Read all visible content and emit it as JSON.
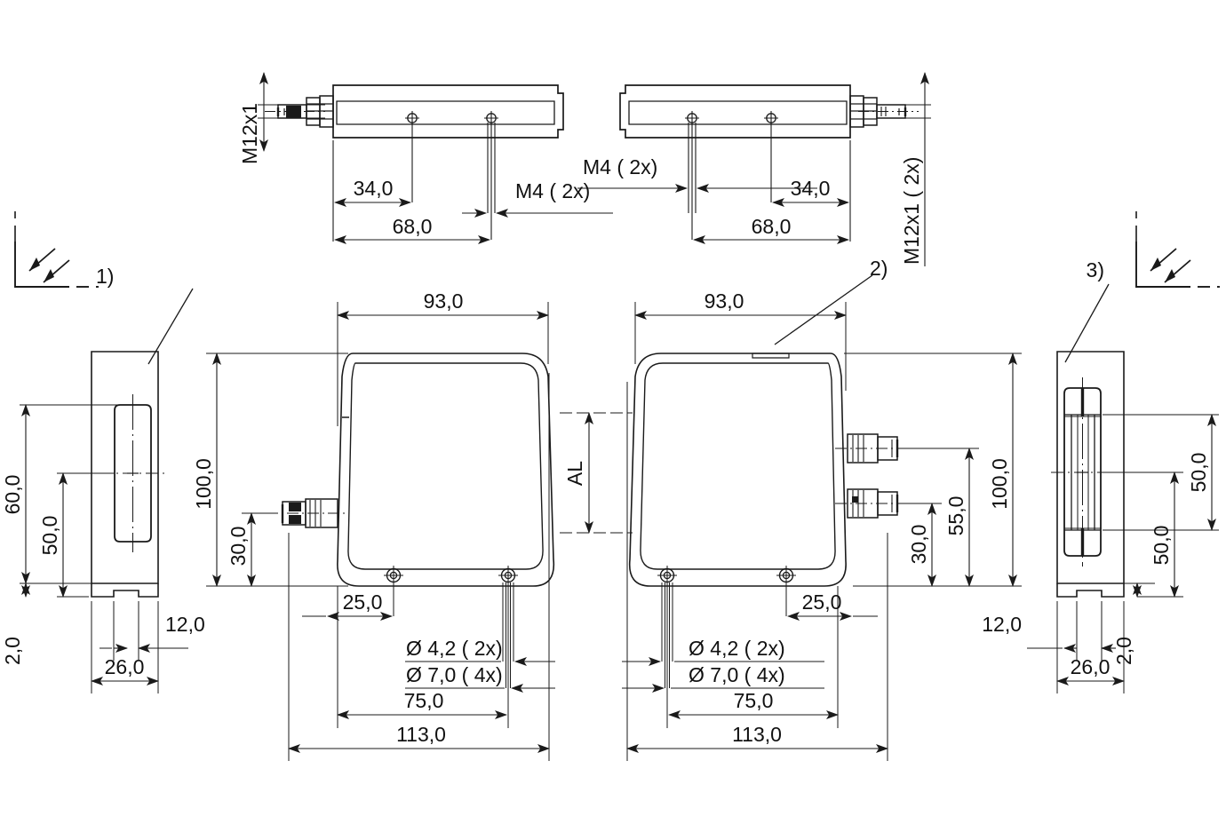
{
  "drawing": {
    "title": "Sensor housing dimensional drawing",
    "units": "mm",
    "decimal_separator": ",",
    "line_color": "#1a1a1a",
    "background": "#ffffff"
  },
  "view_labels": {
    "one": "1)",
    "two": "2)",
    "three": "3)"
  },
  "views": {
    "top_left": {
      "name": "top-view-left",
      "dims": {
        "thread_vertical": "M12x1",
        "hole_spacing_near": "34,0",
        "hole_spacing_total": "68,0",
        "thread_holes": "M4 ( 2x)"
      }
    },
    "top_right": {
      "name": "top-view-right",
      "dims": {
        "thread_vertical": "M12x1 ( 2x)",
        "hole_spacing_near": "34,0",
        "hole_spacing_total": "68,0",
        "thread_holes": "M4 ( 2x)"
      }
    },
    "side_left": {
      "name": "side-view-left",
      "dims": {
        "slot_length": "60,0",
        "slot_centre": "50,0",
        "foot_height": "2,0",
        "rib_width": "12,0",
        "body_width": "26,0"
      }
    },
    "side_right": {
      "name": "side-view-right",
      "dims": {
        "slot_length": "50,0",
        "slot_centre": "50,0",
        "foot_height": "2,0",
        "rib_width": "12,0",
        "body_width": "26,0"
      }
    },
    "front_left": {
      "name": "front-view-left",
      "dims": {
        "width_inner": "93,0",
        "height_total": "100,0",
        "connector_height": "30,0",
        "hole_offset": "25,0",
        "hole_small": "Ø 4,2 ( 2x)",
        "hole_large": "Ø 7,0 ( 4x)",
        "hole_span": "75,0",
        "width_total": "113,0"
      }
    },
    "front_right": {
      "name": "front-view-right",
      "dims": {
        "width_inner": "93,0",
        "height_total": "100,0",
        "connector_height": "30,0",
        "connector_height2": "55,0",
        "hole_offset": "25,0",
        "hole_small": "Ø 4,2 ( 2x)",
        "hole_large": "Ø 7,0 ( 4x)",
        "hole_span": "75,0",
        "width_total": "113,0"
      }
    }
  },
  "annotations": {
    "active_length": "AL"
  }
}
